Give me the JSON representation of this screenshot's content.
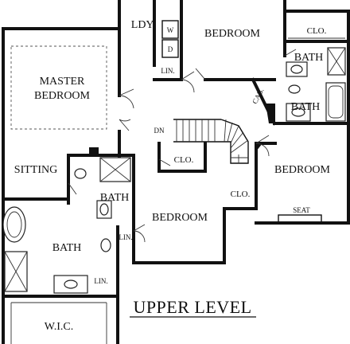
{
  "plan": {
    "title": "UPPER LEVEL",
    "rooms": {
      "laundry": "LDY.",
      "washer": "W",
      "dryer": "D",
      "linen_top": "LIN.",
      "bedroom_top": "BEDROOM",
      "closet_top_right": "CLO.",
      "bath_top_right": "BATH",
      "cabinet": "CAB.",
      "bath_right": "BATH",
      "master_line1": "MASTER",
      "master_line2": "BEDROOM",
      "stair_down": "DN",
      "closet_center": "CLO.",
      "bedroom_right": "BEDROOM",
      "closet_right": "CLO.",
      "window_seat": "SEAT",
      "sitting": "SITTING",
      "bath_center": "BATH",
      "bedroom_center": "BEDROOM",
      "linen_center": "LIN.",
      "master_bath": "BATH",
      "linen_bottom": "LIN.",
      "walk_in_closet": "W.I.C."
    }
  }
}
